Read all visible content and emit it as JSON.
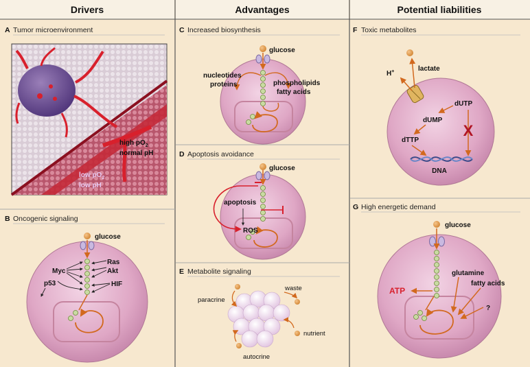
{
  "columns": {
    "drivers": "Drivers",
    "advantages": "Advantages",
    "liabilities": "Potential liabilities"
  },
  "panels": {
    "A": {
      "letter": "A",
      "title": "Tumor microenvironment",
      "high_po2": "high pO",
      "sub2": "2",
      "normal_ph": "normal pH",
      "low_po2": "low pO",
      "low_ph": "low pH"
    },
    "B": {
      "letter": "B",
      "title": "Oncogenic signaling",
      "glucose": "glucose",
      "myc": "Myc",
      "ras": "Ras",
      "akt": "Akt",
      "p53": "p53",
      "hif": "HIF"
    },
    "C": {
      "letter": "C",
      "title": "Increased biosynthesis",
      "glucose": "glucose",
      "nucleotides": "nucleotides",
      "proteins": "proteins",
      "phospholipids": "phospholipids",
      "fatty_acids": "fatty acids"
    },
    "D": {
      "letter": "D",
      "title": "Apoptosis avoidance",
      "glucose": "glucose",
      "apoptosis": "apoptosis",
      "ros": "ROS"
    },
    "E": {
      "letter": "E",
      "title": "Metabolite signaling",
      "waste": "waste",
      "paracrine": "paracrine",
      "nutrient": "nutrient",
      "autocrine": "autocrine"
    },
    "F": {
      "letter": "F",
      "title": "Toxic metabolites",
      "lactate": "lactate",
      "h": "H",
      "hplus": "+",
      "dutp": "dUTP",
      "dump": "dUMP",
      "dttp": "dTTP",
      "x": "X",
      "dna": "DNA"
    },
    "G": {
      "letter": "G",
      "title": "High energetic demand",
      "glucose": "glucose",
      "glutamine": "glutamine",
      "atp": "ATP",
      "fatty_acids": "fatty acids",
      "question": "?"
    }
  },
  "colors": {
    "panel_bg": "#f3e3c9",
    "cell_fill": "#dca4c2",
    "arrow": "#d2691e",
    "vessel": "#d8202c",
    "atp_red": "#d8202c",
    "metabolite_green": "#c9dba2",
    "transporter": "#c9b9e0"
  }
}
